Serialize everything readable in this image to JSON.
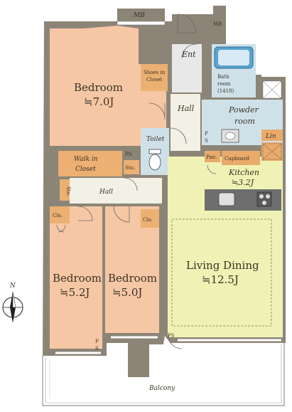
{
  "labels": {
    "mb_top": "MB",
    "mb_right": "MB",
    "ent": "Ent",
    "bedroom1_name": "Bedroom",
    "bedroom1_size": "≒7.0J",
    "shoes_closet_line1": "Shoes in",
    "shoes_closet_line2": "Closet",
    "bath_line1": "Bath",
    "bath_line2": "room",
    "bath_line3": "(1418)",
    "hall_upper": "Hall",
    "powder_line1": "Powder",
    "powder_line2": "room",
    "toilet": "Toilet",
    "ps_a1": "P",
    "ps_a2": "S",
    "lin": "Lin",
    "walkin_line1": "Walk in",
    "walkin_line2": "Closet",
    "ps_b": "PS",
    "sto_b": "Sto.",
    "pan": "Pan.",
    "cupboard": "Cupboard",
    "kitchen_name": "Kitchen",
    "kitchen_size": "≒3.2J",
    "hall_lower": "Hall",
    "sto_a": "Sto.",
    "clo_left": "Clo.",
    "clo_right": "Clo.",
    "living_name": "Living Dining",
    "living_size": "≒12.5J",
    "bedroom2_name": "Bedroom",
    "bedroom2_size": "≒5.2J",
    "bedroom3_name": "Bedroom",
    "bedroom3_size": "≒5.0J",
    "ps_c1": "P",
    "ps_c2": "S",
    "ps_d": "PS",
    "balcony": "Balcony",
    "north": "N"
  },
  "colors": {
    "wall": "#8c8577",
    "bedroom": "#f6c7a4",
    "closet": "#ecb072",
    "hall": "#f3f1e6",
    "wet": "#cfe1e8",
    "living": "#eff2b4",
    "storage": "#e9aa6a",
    "counter": "#6e6e6e",
    "tile": "#e8e8e8"
  },
  "icons": [
    "compass-icon",
    "toilet-icon",
    "bathtub-icon",
    "washbasin-icon",
    "sink-icon",
    "stove-icon",
    "washer-icon"
  ]
}
